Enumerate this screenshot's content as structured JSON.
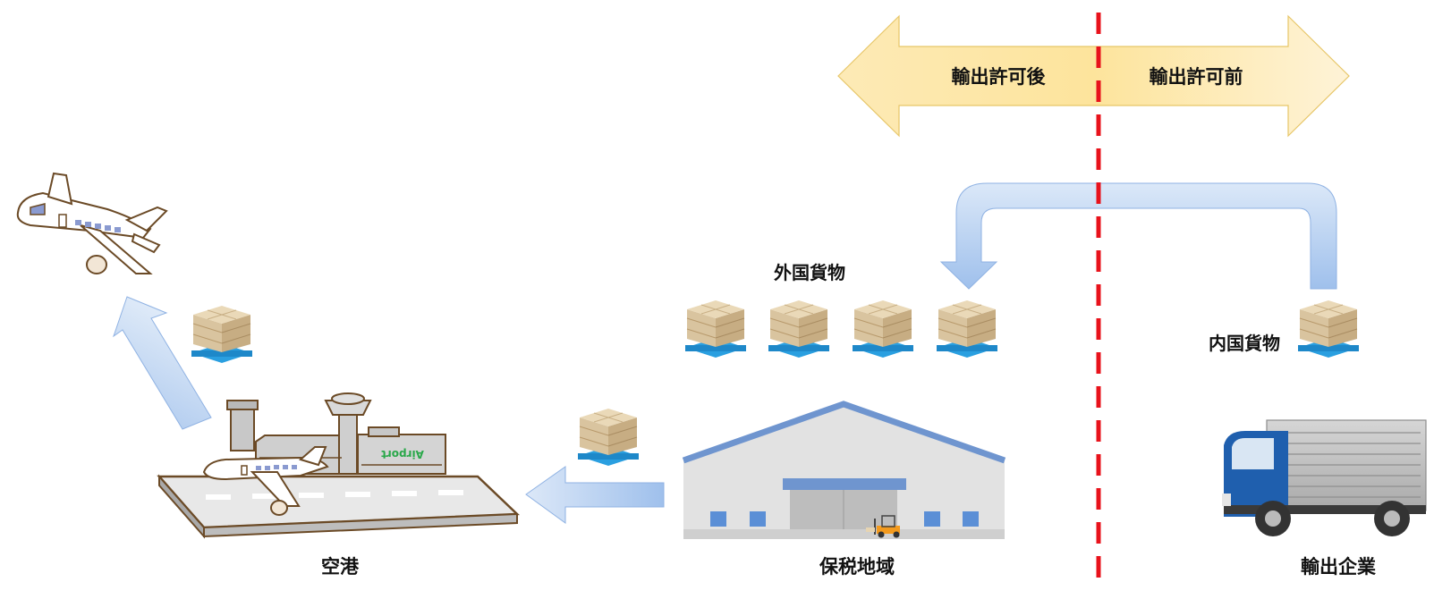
{
  "status": {
    "after_permit": "輸出許可後",
    "before_permit": "輸出許可前"
  },
  "labels": {
    "foreign_cargo": "外国貨物",
    "domestic_cargo": "内国貨物",
    "airport": "空港",
    "bonded_area": "保税地域",
    "exporter": "輸出企業",
    "airport_sign": "Airport"
  },
  "colors": {
    "boundary_line": "#e8121b",
    "status_arrow": "#fde7a8",
    "flow_arrow": "#a9c8ef",
    "box": "#d8c29d",
    "pallet": "#2a9fe0",
    "truck_cab": "#1f5fae",
    "warehouse_roof": "#6f95cf"
  },
  "icons": [
    "airplane-icon",
    "airport-icon",
    "warehouse-icon",
    "truck-icon",
    "forklift-icon",
    "cargo-box-icon"
  ]
}
